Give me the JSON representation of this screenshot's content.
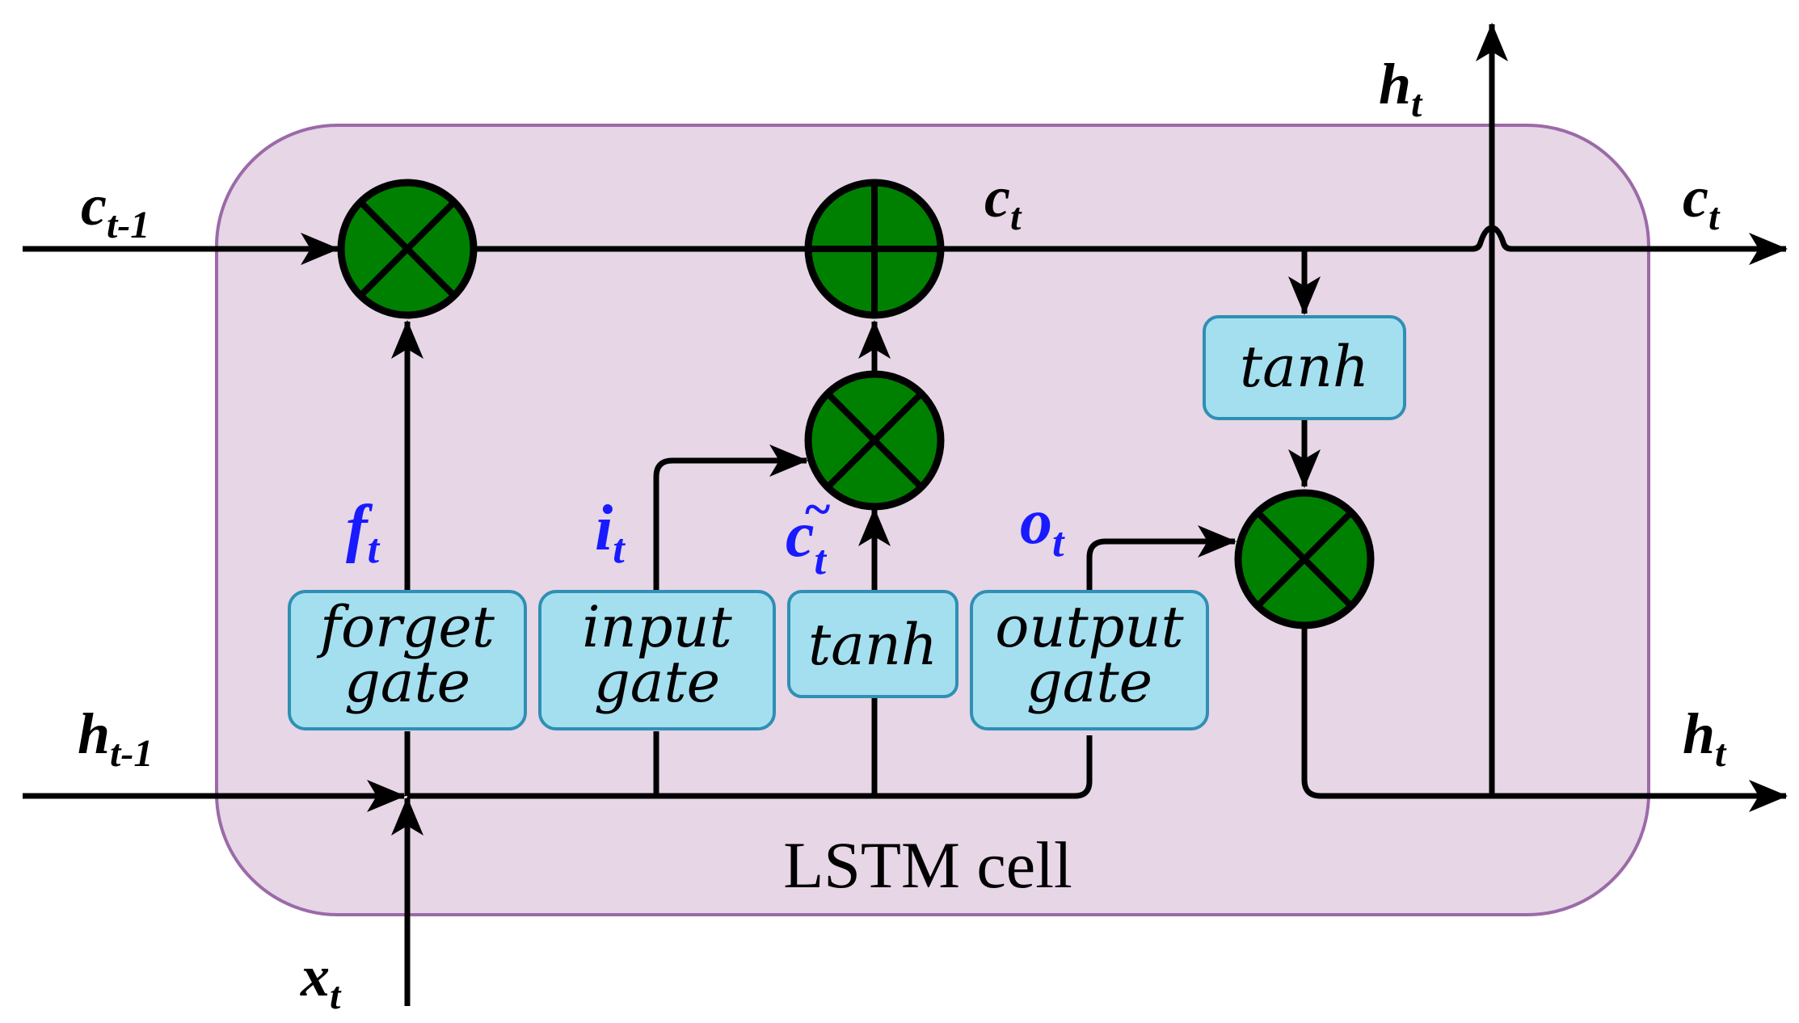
{
  "colors": {
    "cell_fill": "#e6d6e6",
    "cell_border": "#9c6aa8",
    "gate_fill": "#a4dff0",
    "gate_border": "#2f8fb4",
    "op_fill": "#008000",
    "signal_color": "#1a1aff",
    "line_color": "#000000"
  },
  "cell_label": "LSTM cell",
  "inputs": {
    "c_prev": {
      "base": "c",
      "sub": "t-1"
    },
    "h_prev": {
      "base": "h",
      "sub": "t-1"
    },
    "x": {
      "base": "x",
      "sub": "t"
    }
  },
  "outputs": {
    "c_out": {
      "base": "c",
      "sub": "t"
    },
    "h_out_right": {
      "base": "h",
      "sub": "t"
    },
    "h_out_top": {
      "base": "h",
      "sub": "t"
    }
  },
  "internal": {
    "c_mid": {
      "base": "c",
      "sub": "t"
    }
  },
  "signals": {
    "f": {
      "base": "f",
      "sub": "t"
    },
    "i": {
      "base": "i",
      "sub": "t"
    },
    "c_tilde": {
      "base": "c",
      "sub": "t",
      "accent": "~"
    },
    "o": {
      "base": "o",
      "sub": "t"
    }
  },
  "gates": {
    "forget": [
      "forget",
      "gate"
    ],
    "input": [
      "input",
      "gate"
    ],
    "candidate": [
      "tanh"
    ],
    "output": [
      "output",
      "gate"
    ],
    "cell_tanh": [
      "tanh"
    ]
  },
  "operators": {
    "forget_multiply": "multiply",
    "cell_add": "add",
    "input_multiply": "multiply",
    "output_multiply": "multiply"
  }
}
